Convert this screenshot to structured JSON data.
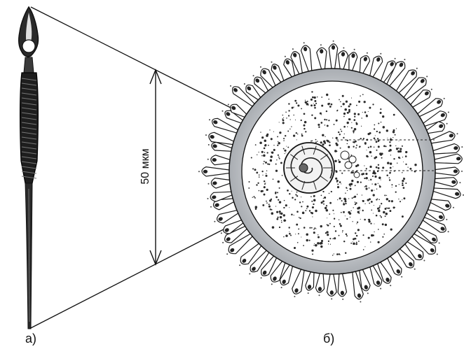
{
  "labels": {
    "panel_a": "а)",
    "panel_b": "б)",
    "scale": "50 мкм"
  },
  "colors": {
    "ink": "#1a1a1a",
    "zona_gray": "#b9bcc0",
    "ooplasm": "#ffffff"
  }
}
